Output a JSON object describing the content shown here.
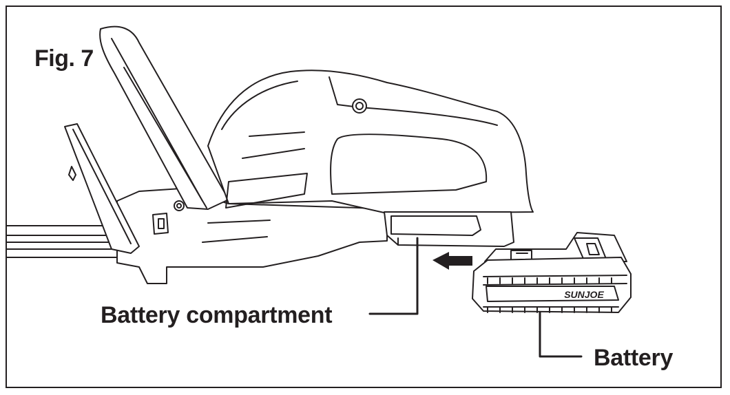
{
  "figure": {
    "label": "Fig. 7"
  },
  "callouts": {
    "battery_compartment": "Battery compartment",
    "battery": "Battery"
  },
  "battery_brand": "SUNJOE",
  "colors": {
    "line": "#231f20",
    "fill": "#ffffff",
    "frame": "#231f20"
  },
  "icons": {
    "insert_arrow": "arrow-left-icon"
  }
}
